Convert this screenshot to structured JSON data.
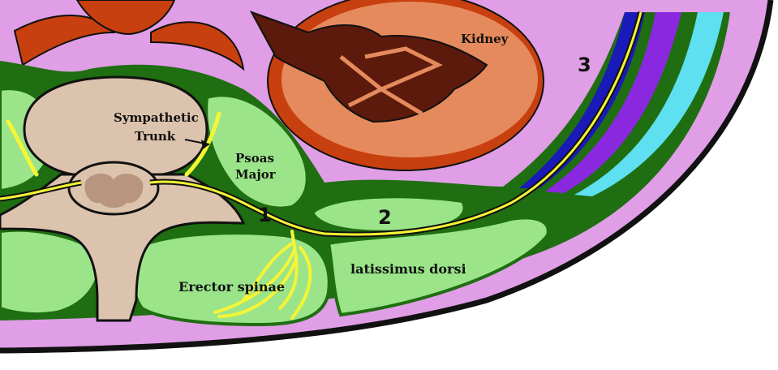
{
  "colors": {
    "skin": "#e09ee6",
    "outline": "#111111",
    "fascia": "#1f6e12",
    "muscle": "#9be48a",
    "nerve": "#f5f536",
    "bone": "#dcc3ad",
    "cord": "#b8957f",
    "kidney_capsule": "#c8400f",
    "kidney": "#e58a5c",
    "renal_pelvis": "#5c1a0c",
    "blue": "#1a1ab8",
    "purple": "#8a28e0",
    "cyan": "#5fe0f0"
  },
  "labels": {
    "kidney": "Kidney",
    "sympathetic_trunk_line1": "Sympathetic",
    "sympathetic_trunk_line2": "Trunk",
    "psoas_line1": "Psoas",
    "psoas_line2": "Major",
    "latissimus": "latissimus dorsi",
    "erector": "Erector spinae"
  },
  "numbers": {
    "n1": "1",
    "n2": "2",
    "n3": "3"
  }
}
